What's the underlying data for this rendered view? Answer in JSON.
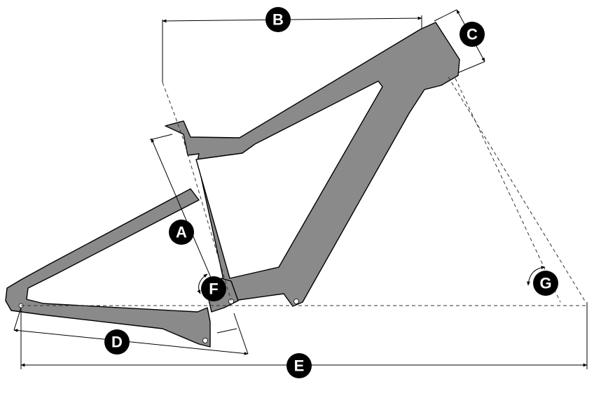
{
  "diagram": {
    "labels": {
      "a": "A",
      "b": "B",
      "c": "C",
      "d": "D",
      "e": "E",
      "f": "F",
      "g": "G"
    },
    "colors": {
      "frame": "#8a8a8a",
      "outline": "#000000",
      "badge": "#000000",
      "badge_text": "#ffffff",
      "background": "#ffffff"
    }
  }
}
